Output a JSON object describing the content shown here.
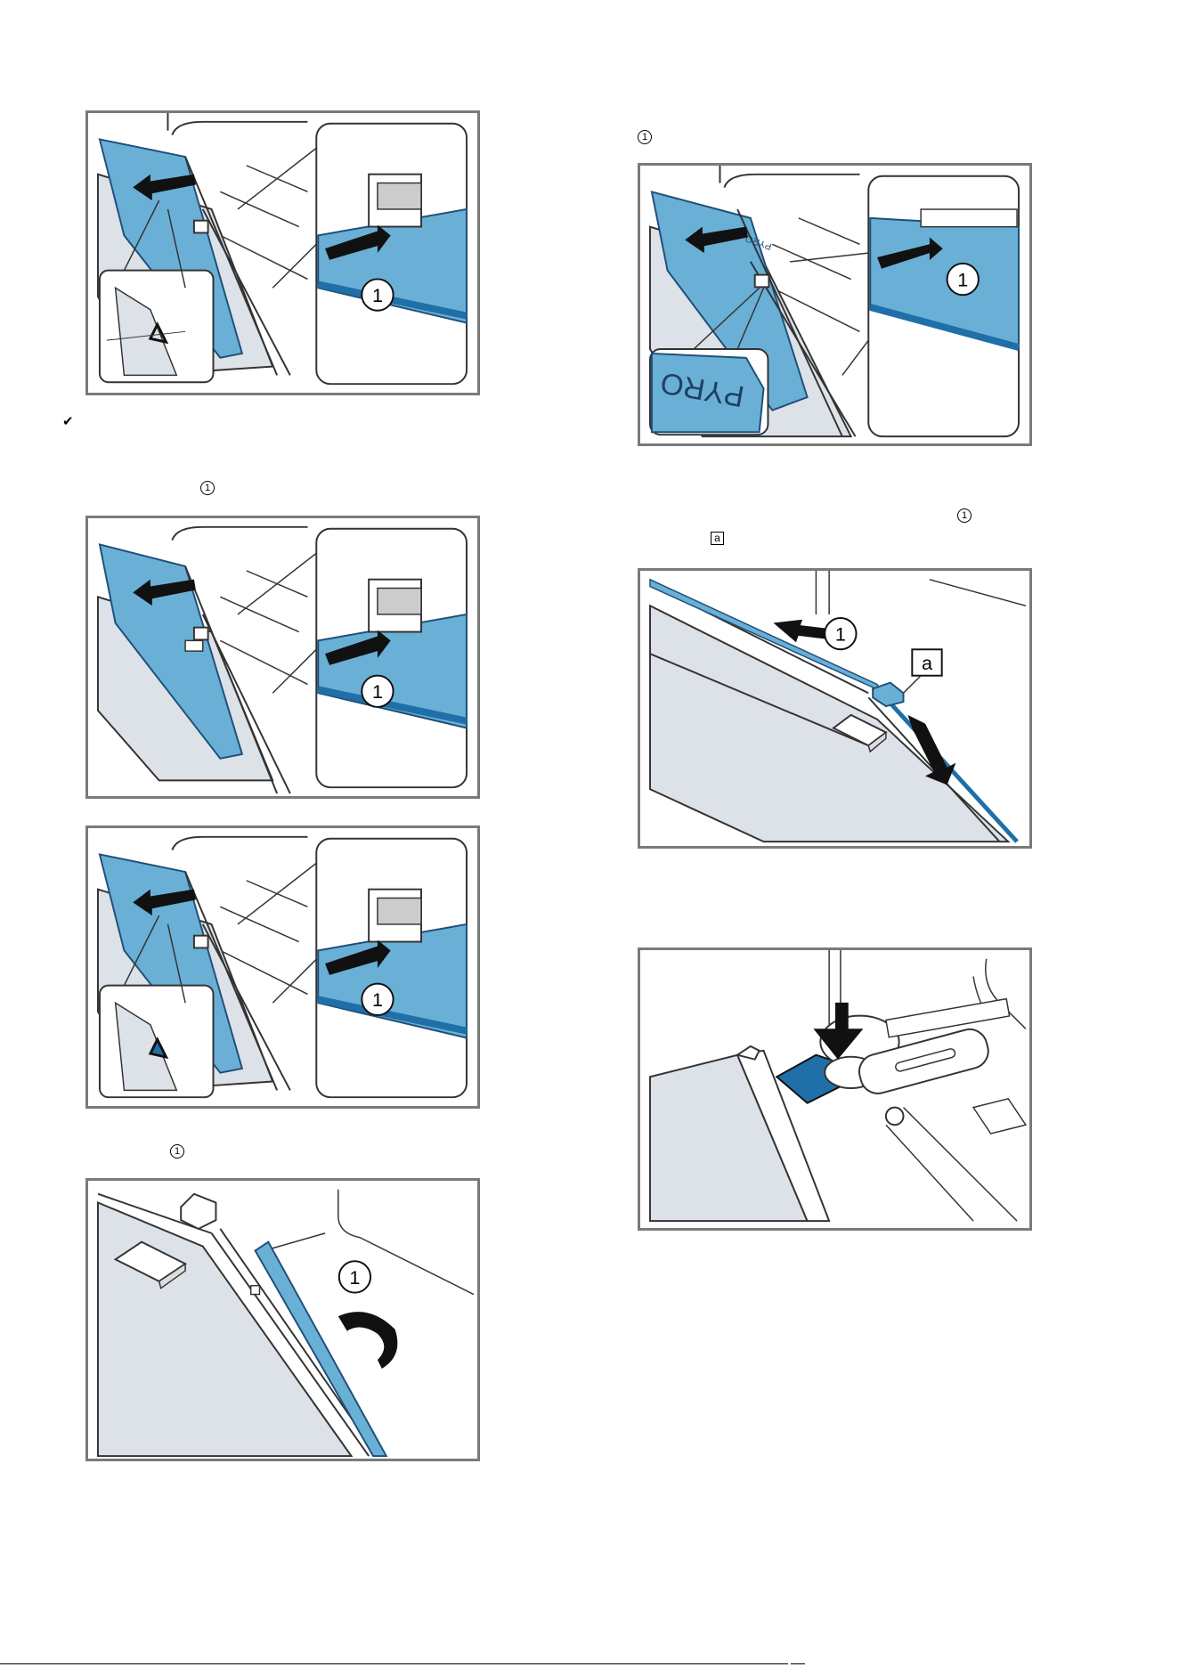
{
  "markers": {
    "step_a": "1",
    "step_b": "1",
    "step_c": "1",
    "step_d": "1",
    "step_e": "1",
    "label_a": "a"
  },
  "check_symbol": "✔",
  "figures": {
    "callout_number": "1",
    "callout_letter": "a",
    "pyro_text": "PYRO"
  },
  "colors": {
    "accent_blue": "#6aafd6",
    "dark_blue": "#1f6fa8",
    "panel_gray": "#dde1e8",
    "frame": "#7a7a7a"
  }
}
